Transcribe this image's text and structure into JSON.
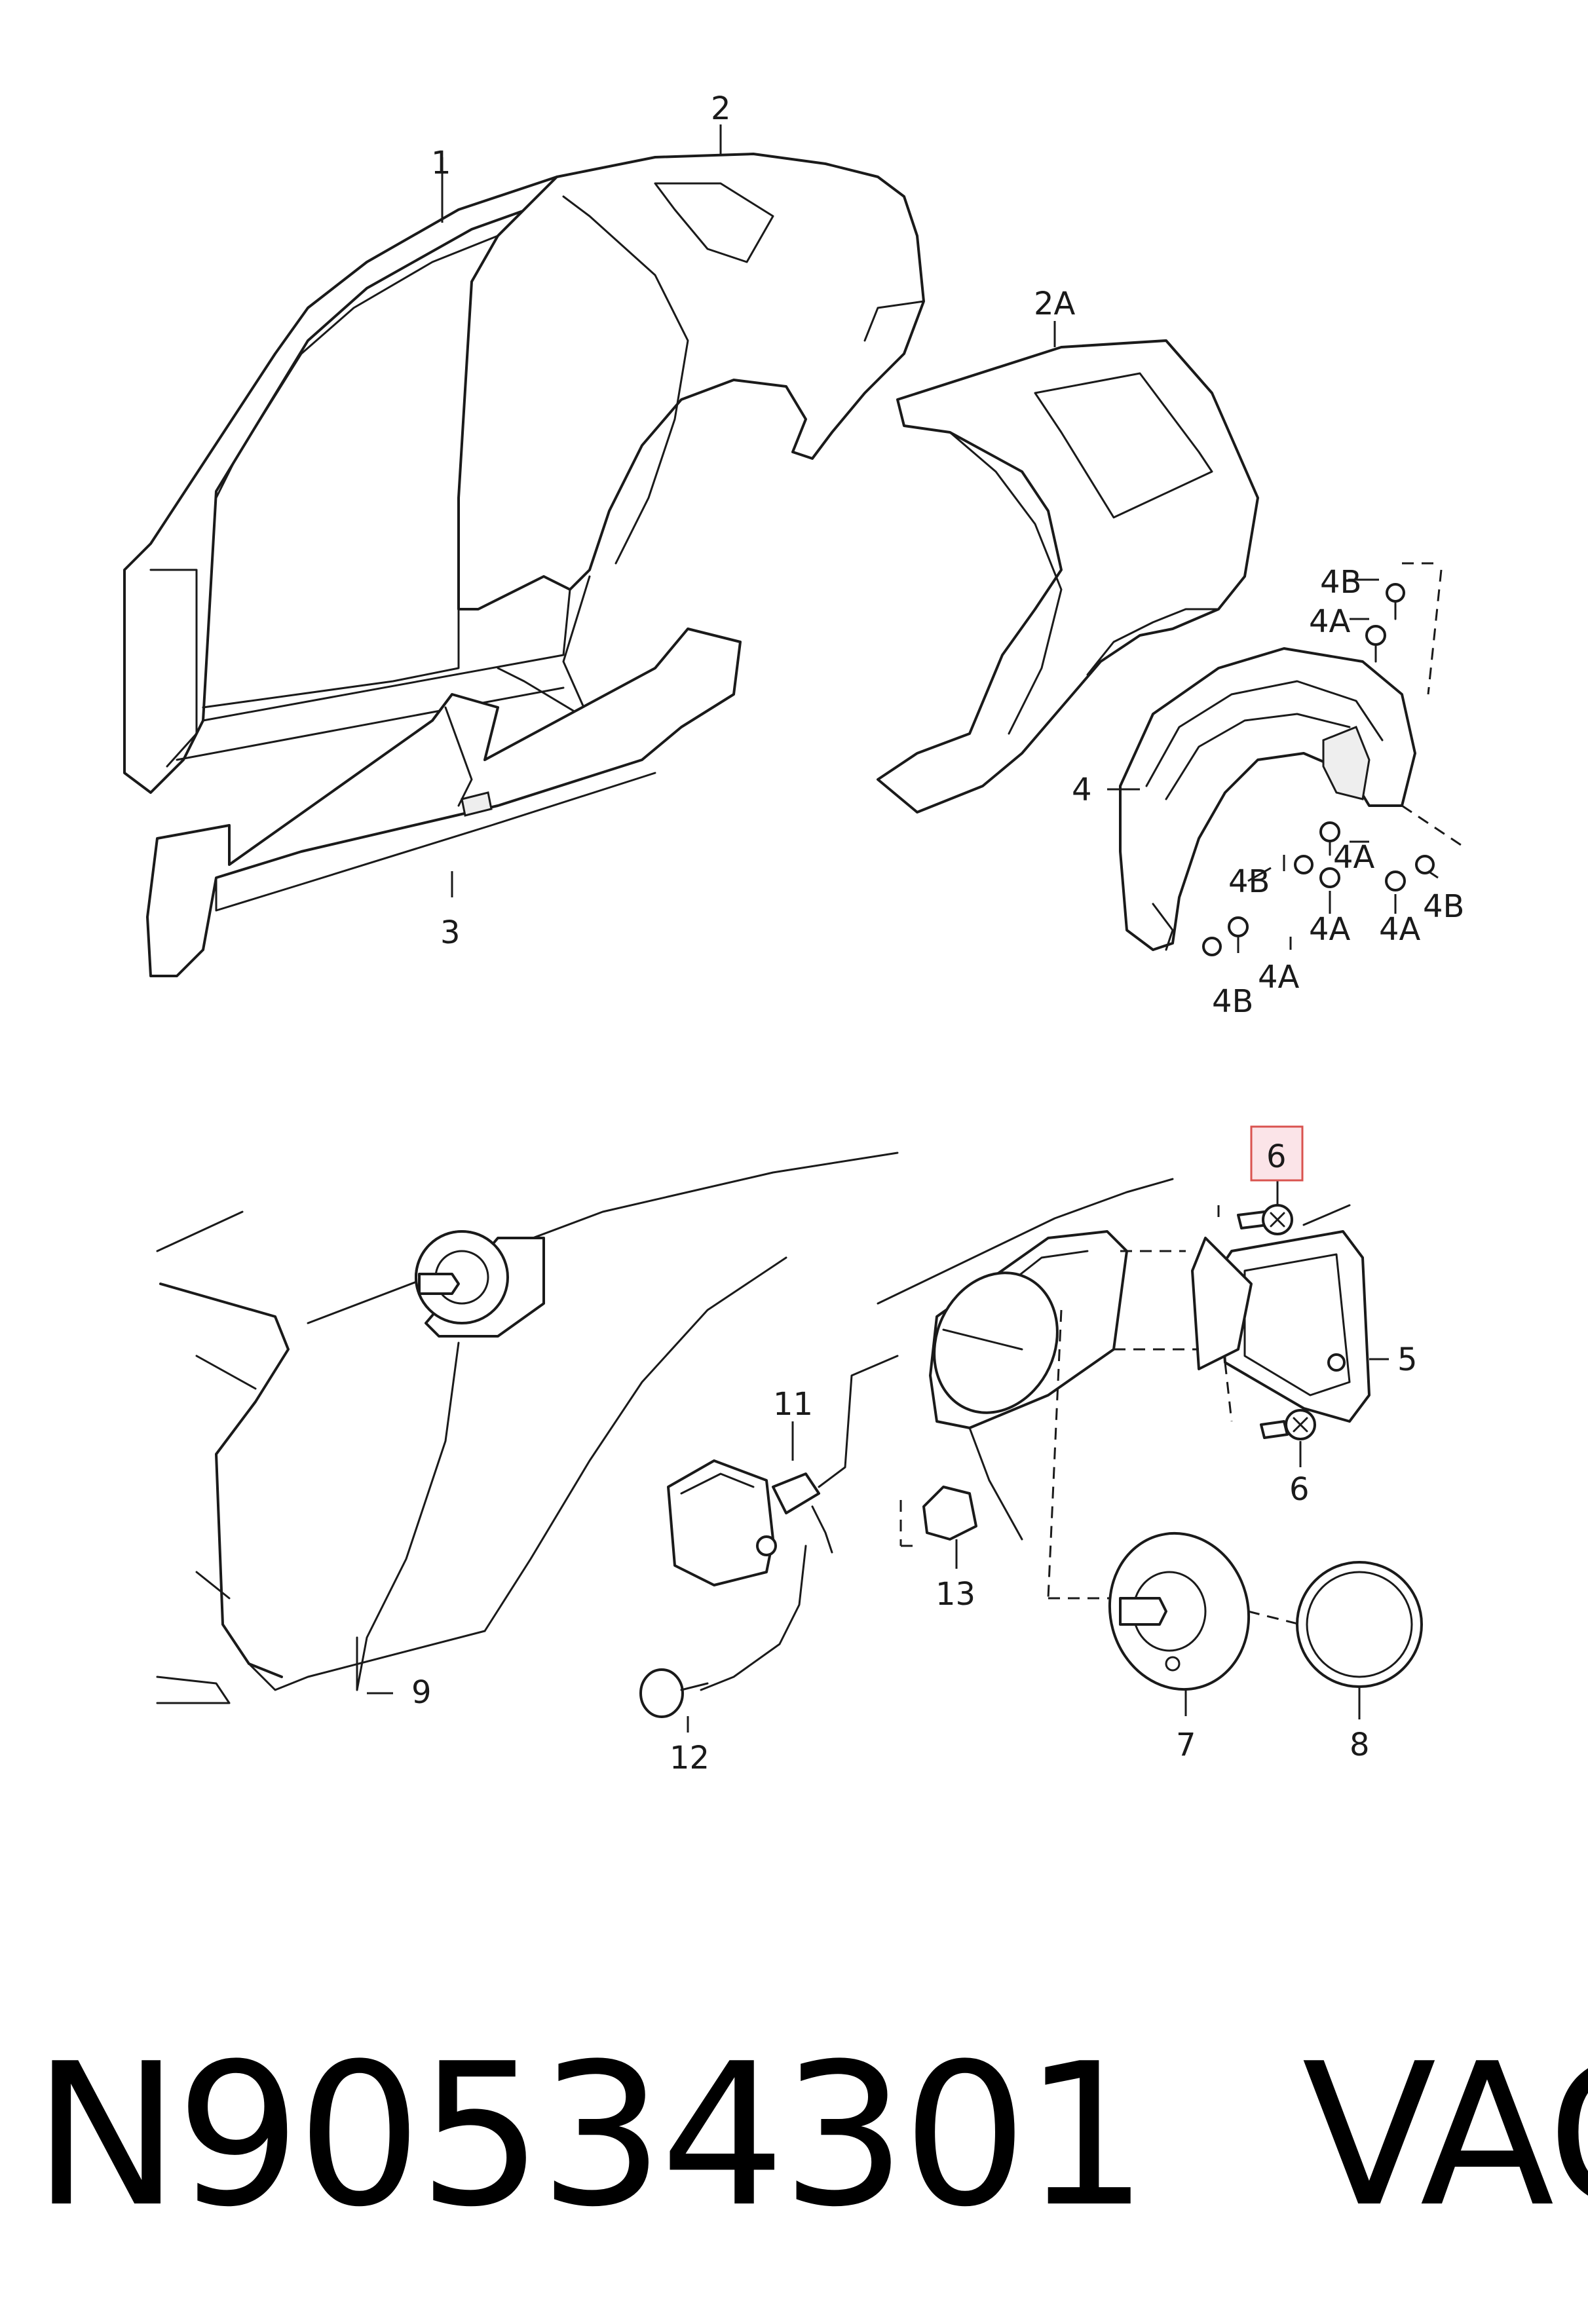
{
  "callouts": {
    "c1": "1",
    "c2": "2",
    "c2a": "2A",
    "c3": "3",
    "c4": "4",
    "c4a": "4A",
    "c4b": "4B",
    "c5": "5",
    "c6": "6",
    "c7": "7",
    "c8": "8",
    "c9": "9",
    "c11": "11",
    "c12": "12",
    "c13": "13"
  },
  "highlight": {
    "callout": "6",
    "color": "#d9534f"
  },
  "footer": {
    "part_number": "N90534301",
    "brand": "VAG"
  }
}
